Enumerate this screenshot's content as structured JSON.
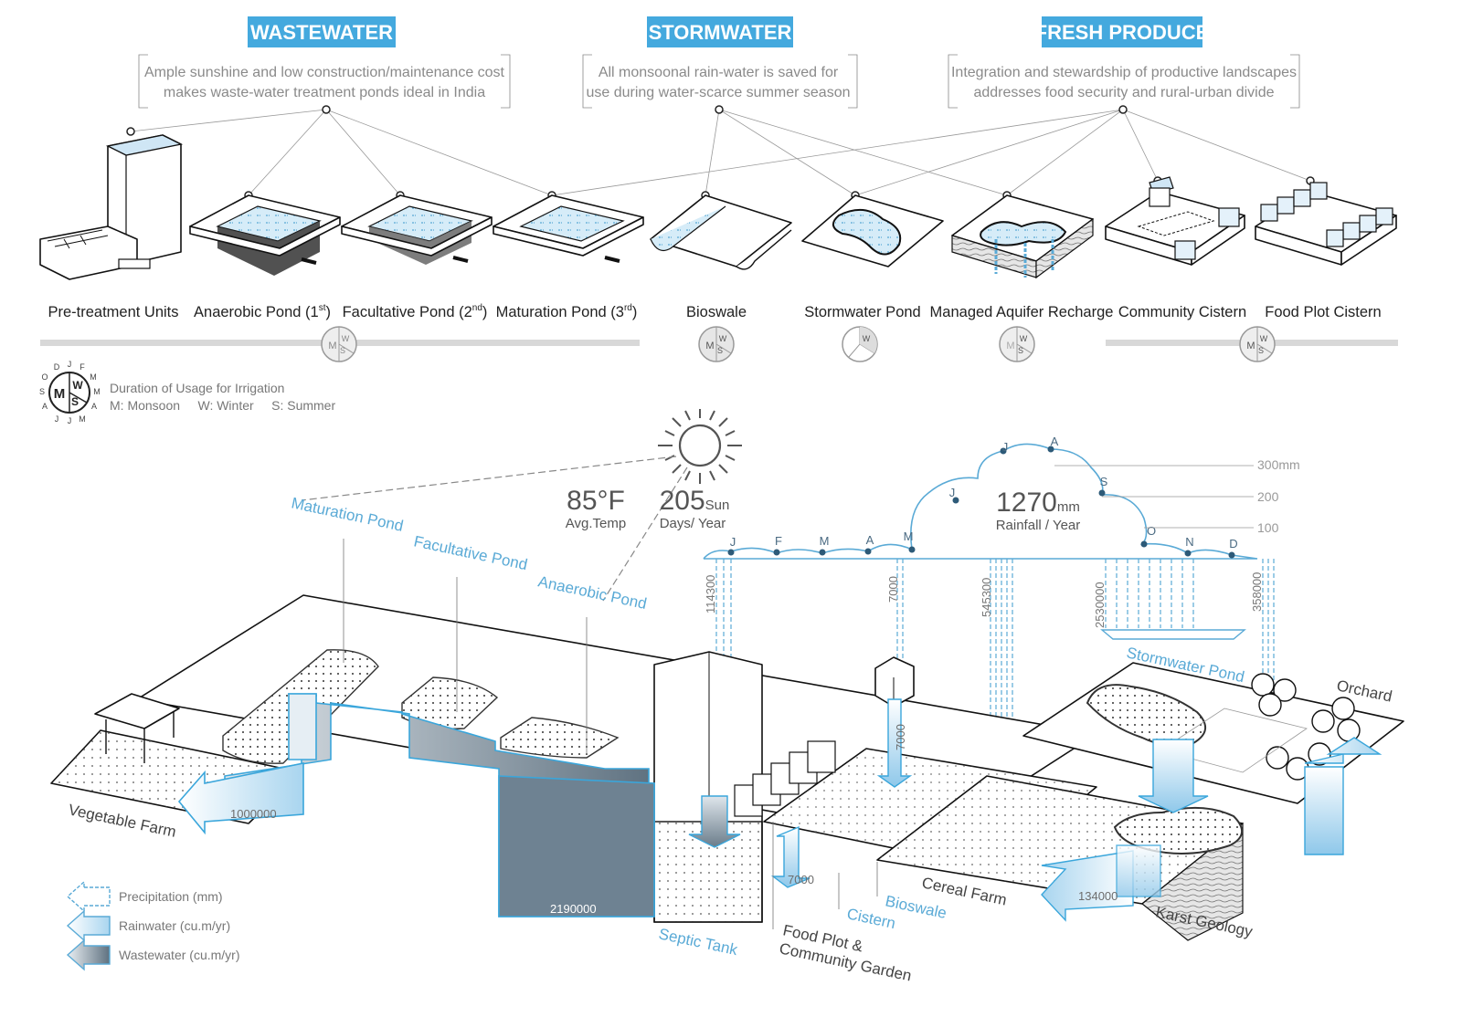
{
  "categories": [
    {
      "title": "WASTEWATER",
      "desc_line1": "Ample sunshine and low construction/maintenance cost",
      "desc_line2": "makes waste-water treatment ponds ideal in India"
    },
    {
      "title": "STORMWATER",
      "desc_line1": "All monsoonal rain-water is saved for",
      "desc_line2": "use during water-scarce summer season"
    },
    {
      "title": "FRESH PRODUCE",
      "desc_line1": "Integration and stewardship of productive landscapes",
      "desc_line2": "addresses food security and rural-urban divide"
    }
  ],
  "elements": [
    {
      "label": "Pre-treatment Units"
    },
    {
      "label": "Anaerobic Pond (1",
      "sup": "st",
      "close": ")"
    },
    {
      "label": "Facultative Pond (2",
      "sup": "nd",
      "close": ")"
    },
    {
      "label": "Maturation Pond (3",
      "sup": "rd",
      "close": ")"
    },
    {
      "label": "Bioswale"
    },
    {
      "label": "Stormwater Pond"
    },
    {
      "label": "Managed Aquifer Recharge"
    },
    {
      "label": "Community Cistern"
    },
    {
      "label": "Food Plot Cistern"
    }
  ],
  "season_key": {
    "title": "Duration of Usage for Irrigation",
    "line2": "M: Monsoon     W: Winter     S: Summer",
    "letters": {
      "m": "M",
      "w": "W",
      "s": "S"
    },
    "months": [
      "J",
      "F",
      "M",
      "A",
      "M",
      "J",
      "J",
      "A",
      "S",
      "O",
      "N",
      "D"
    ]
  },
  "climate": {
    "temp_value": "85°F",
    "temp_label": "Avg.Temp",
    "sun_value": "205",
    "sun_unit": "Sun",
    "sun_label": "Days/ Year",
    "rain_value": "1270",
    "rain_unit": "mm",
    "rain_label": "Rainfall / Year",
    "scale": [
      "300mm",
      "200",
      "100"
    ],
    "months": [
      "J",
      "F",
      "M",
      "A",
      "M",
      "J",
      "J",
      "A",
      "S",
      "O",
      "N",
      "D"
    ]
  },
  "flows": {
    "precip": [
      "114300",
      "7000",
      "545300",
      "2530000",
      "358000"
    ],
    "vegetable": "1000000",
    "septic_waste": "2190000",
    "cistern": "7000",
    "cistern_drop": "7000",
    "cereal": "134000"
  },
  "site_labels": {
    "maturation": "Maturation Pond",
    "facultative": "Facultative Pond",
    "anaerobic": "Anaerobic Pond",
    "stormwater": "Stormwater Pond",
    "orchard": "Orchard",
    "vegetable": "Vegetable Farm",
    "septic": "Septic Tank",
    "foodplot1": "Food Plot &",
    "foodplot2": "Community Garden",
    "cistern": "Cistern",
    "bioswale": "Bioswale",
    "cereal": "Cereal Farm",
    "karst": "Karst Geology"
  },
  "legend": [
    {
      "label": "Precipitation (mm)"
    },
    {
      "label": "Rainwater (cu.m/yr)"
    },
    {
      "label": "Wastewater (cu.m/yr)"
    }
  ],
  "colors": {
    "accent": "#3aa6db",
    "water": "#5aaad6",
    "waste_dark": "#5e7180",
    "waste_light": "#dfe8ee",
    "header_bg": "#44a9de"
  }
}
